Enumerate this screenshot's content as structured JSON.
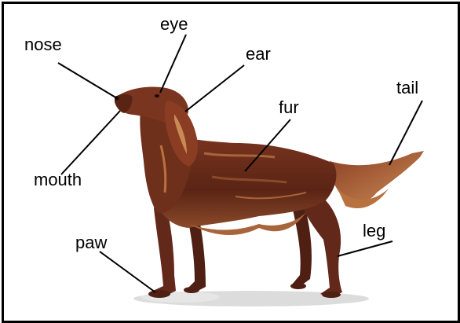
{
  "labels": {
    "eye": "eye",
    "nose": "nose",
    "ear": "ear",
    "tail": "tail",
    "fur": "fur",
    "mouth": "mouth",
    "leg": "leg",
    "paw": "paw"
  },
  "colors": {
    "fur_dark": "#5a2414",
    "fur_mid": "#7a3520",
    "fur_light": "#a8643a",
    "fur_highlight": "#c98a55",
    "shadow": "#d9d9d9",
    "text": "#000000",
    "frame": "#000000"
  },
  "subject": "dog-illustration"
}
